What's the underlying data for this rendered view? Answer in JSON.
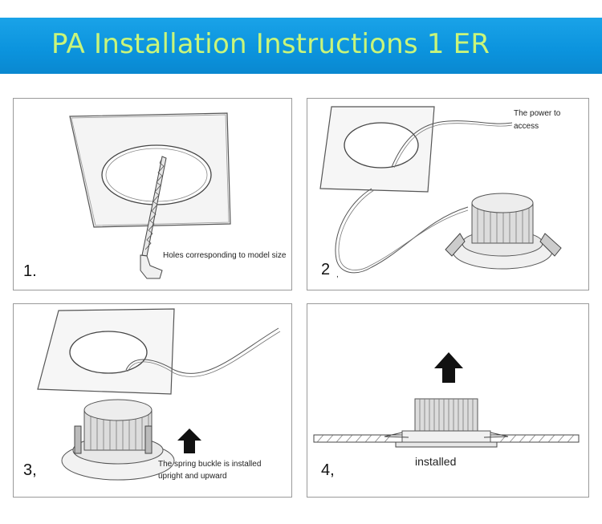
{
  "header": {
    "title": "PA Installation Instructions 1 ER"
  },
  "steps": [
    {
      "number": "1.",
      "caption": "Holes corresponding to model size"
    },
    {
      "number": "2",
      "caption_line1": "The power to",
      "caption_line2": "access",
      "mark": ","
    },
    {
      "number": "3,",
      "caption_line1": "The spring buckle is installed",
      "caption_line2": "upright and upward"
    },
    {
      "number": "4,",
      "caption": "installed"
    }
  ],
  "colors": {
    "banner": "#0b93dd",
    "title": "#c9f57a",
    "border": "#9a9a9a"
  }
}
